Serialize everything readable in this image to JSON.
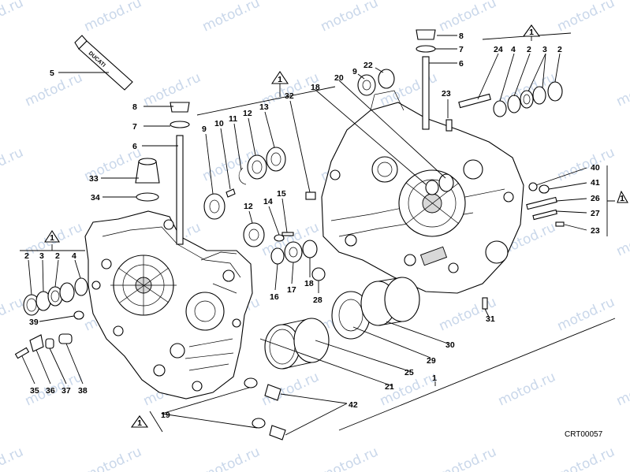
{
  "watermark": "motod.ru",
  "drawing_code": "CRT00057",
  "tube_brand": "DUCATI",
  "group_marker": "1",
  "callouts": {
    "c5": "5",
    "c8a": "8",
    "c7a": "7",
    "c6a": "6",
    "c33": "33",
    "c34": "34",
    "c2a": "2",
    "c3a": "3",
    "c2b": "2",
    "c4a": "4",
    "c39": "39",
    "c35": "35",
    "c36": "36",
    "c37": "37",
    "c38": "38",
    "c9a": "9",
    "c10": "10",
    "c11": "11",
    "c12a": "12",
    "c13": "13",
    "c32": "32",
    "c14": "14",
    "c15": "15",
    "c12b": "12",
    "c16": "16",
    "c17": "17",
    "c18a": "18",
    "c28": "28",
    "c19": "19",
    "c42": "42",
    "c21": "21",
    "c25": "25",
    "c29": "29",
    "c30": "30",
    "c1": "1",
    "c31": "31",
    "c18b": "18",
    "c20": "20",
    "c9b": "9",
    "c22": "22",
    "c8b": "8",
    "c7b": "7",
    "c6b": "6",
    "c23a": "23",
    "c24": "24",
    "c4b": "4",
    "c2c": "2",
    "c3b": "3",
    "c2d": "2",
    "c40": "40",
    "c41": "41",
    "c26": "26",
    "c27": "27",
    "c23b": "23"
  }
}
